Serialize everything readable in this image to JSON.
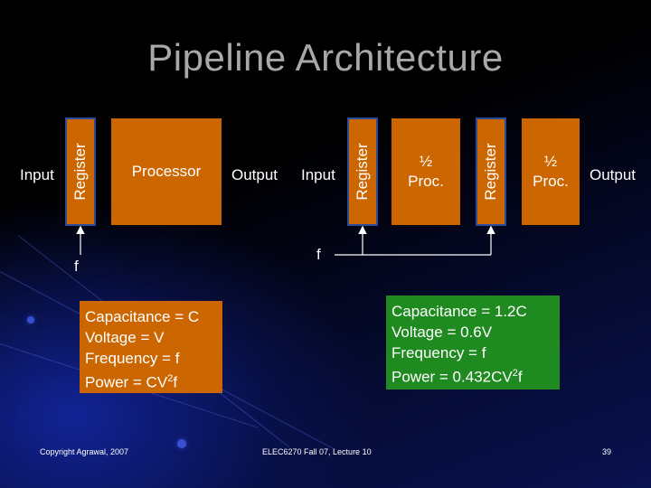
{
  "title": "Pipeline Architecture",
  "left": {
    "input_label": "Input",
    "register_label": "Register",
    "processor_label": "Processor",
    "output_label": "Output",
    "clock_label": "f",
    "info": {
      "capacitance": "Capacitance = C",
      "voltage": "Voltage = V",
      "frequency": "Frequency = f",
      "power_prefix": "Power = CV",
      "power_sup": "2",
      "power_suffix": "f"
    }
  },
  "right": {
    "input_label": "Input",
    "register1_label": "Register",
    "half_proc1": [
      "½",
      "Proc."
    ],
    "register2_label": "Register",
    "half_proc2": [
      "½",
      "Proc."
    ],
    "output_label": "Output",
    "clock_label": "f",
    "info": {
      "capacitance": "Capacitance = 1.2C",
      "voltage": "Voltage = 0.6V",
      "frequency": "Frequency = f",
      "power_prefix": "Power = 0.432CV",
      "power_sup": "2",
      "power_suffix": "f"
    }
  },
  "footer": {
    "copyright": "Copyright Agrawal, 2007",
    "course": "ELEC6270 Fall 07, Lecture 10",
    "page": "39"
  },
  "colors": {
    "orange": "#cc6600",
    "green": "#1f8a1f",
    "register_border": "#2a4a9c",
    "title": "#a8a8a8"
  }
}
